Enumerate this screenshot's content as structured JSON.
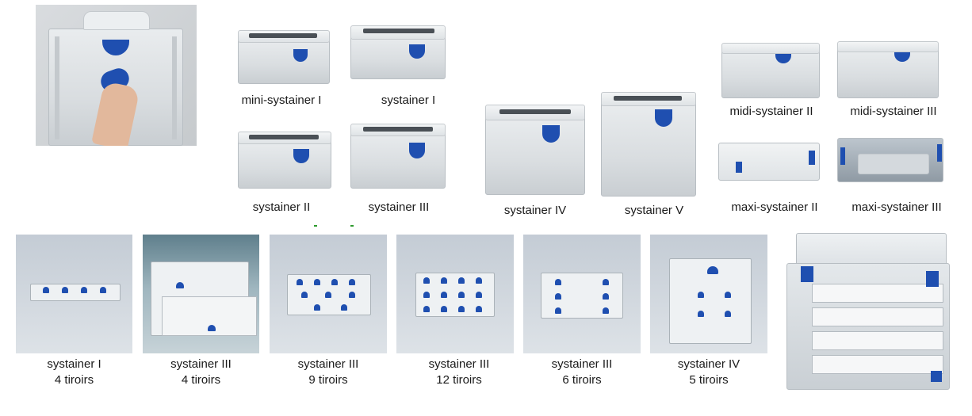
{
  "colors": {
    "accent_blue": "#1f4fb0",
    "box_grey": "#dfe3e6",
    "text": "#1a1a1a"
  },
  "hero_image": {
    "icon": "systainer-hand-icon"
  },
  "products_top": [
    {
      "label": "mini-systainer I"
    },
    {
      "label": "systainer I"
    },
    {
      "label": "systainer II"
    },
    {
      "label": "systainer III"
    },
    {
      "label": "systainer IV"
    },
    {
      "label": "systainer V"
    },
    {
      "label": "midi-systainer II"
    },
    {
      "label": "midi-systainer III"
    },
    {
      "label": "maxi-systainer II"
    },
    {
      "label": "maxi-systainer III"
    }
  ],
  "products_drawers": [
    {
      "model": "systainer I",
      "drawers": "4 tiroirs"
    },
    {
      "model": "systainer III",
      "drawers": "4 tiroirs"
    },
    {
      "model": "systainer III",
      "drawers": "9 tiroirs"
    },
    {
      "model": "systainer III",
      "drawers": "12 tiroirs"
    },
    {
      "model": "systainer III",
      "drawers": "6 tiroirs"
    },
    {
      "model": "systainer IV",
      "drawers": "5 tiroirs"
    }
  ]
}
